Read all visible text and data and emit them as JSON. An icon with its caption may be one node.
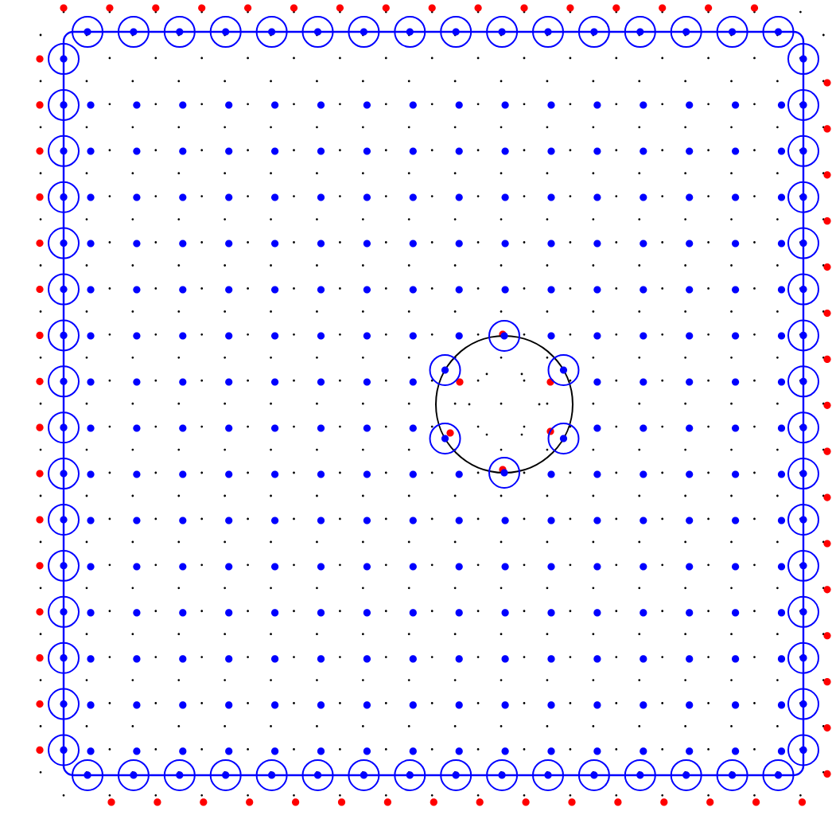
{
  "diagram": {
    "nodes": [
      {
        "text": [],
        "shape": "circle"
      },
      {
        "text": [],
        "shape": "circle"
      },
      {
        "text": [],
        "shape": "circle"
      },
      {
        "text": [],
        "shape": "circle"
      },
      {
        "text": [],
        "shape": "circle"
      },
      {
        "text": [],
        "shape": "circle"
      },
      {
        "text": [],
        "shape": "circle"
      },
      {
        "text": [],
        "shape": "circle"
      },
      {
        "text": [],
        "shape": "circle"
      },
      {
        "text": [],
        "shape": "circle"
      },
      {
        "text": [],
        "shape": "circle"
      },
      {
        "text": [],
        "shape": "circle"
      },
      {
        "text": [],
        "shape": "circle"
      },
      {
        "text": [],
        "shape": "circle"
      },
      {
        "text": [],
        "shape": "circle"
      },
      {
        "text": [],
        "shape": "circle"
      },
      {
        "text": [],
        "shape": "circle"
      },
      {
        "text": [],
        "shape": "circle"
      },
      {
        "text": [],
        "shape": "circle"
      },
      {
        "text": [],
        "shape": "circle"
      },
      {
        "text": [],
        "shape": "circle"
      },
      {
        "text": [],
        "shape": "circle"
      },
      {
        "text": [],
        "shape": "circle"
      },
      {
        "text": [],
        "shape": "circle"
      },
      {
        "text": [],
        "shape": "circle"
      },
      {
        "text": [],
        "shape": "circle"
      },
      {
        "text": [],
        "shape": "circle"
      },
      {
        "text": [],
        "shape": "circle"
      },
      {
        "text": [],
        "shape": "circle"
      },
      {
        "text": [],
        "shape": "circle"
      },
      {
        "text": [],
        "shape": "circle"
      },
      {
        "text": [],
        "shape": "circle"
      },
      {
        "text": [],
        "shape": "circle"
      },
      {
        "text": [],
        "shape": "circle"
      },
      {
        "text": [],
        "shape": "circle"
      },
      {
        "text": [],
        "shape": "circle"
      },
      {
        "text": [],
        "shape": "circle"
      },
      {
        "text": [],
        "shape": "circle"
      },
      {
        "text": [],
        "shape": "circle"
      },
      {
        "text": [],
        "shape": "circle"
      },
      {
        "text": [],
        "shape": "circle"
      },
      {
        "text": [],
        "shape": "circle"
      },
      {
        "text": [],
        "shape": "circle"
      },
      {
        "text": [],
        "shape": "circle"
      },
      {
        "text": [],
        "shape": "circle"
      },
      {
        "text": [],
        "shape": "circle"
      },
      {
        "text": [],
        "shape": "circle"
      },
      {
        "text": [],
        "shape": "circle"
      },
      {
        "text": [],
        "shape": "circle"
      },
      {
        "text": [],
        "shape": "circle"
      },
      {
        "text": [],
        "shape": "circle"
      },
      {
        "text": [],
        "shape": "circle"
      },
      {
        "text": [],
        "shape": "circle"
      },
      {
        "text": [],
        "shape": "circle"
      },
      {
        "text": [],
        "shape": "circle"
      },
      {
        "text": [],
        "shape": "circle"
      },
      {
        "text": [],
        "shape": "circle"
      },
      {
        "text": [],
        "shape": "circle"
      },
      {
        "text": [],
        "shape": "circle"
      },
      {
        "text": [],
        "shape": "circle"
      },
      {
        "text": [],
        "shape": "circle"
      },
      {
        "text": [],
        "shape": "circle"
      },
      {
        "text": [],
        "shape": "circle"
      },
      {
        "text": [],
        "shape": "circle"
      },
      {
        "text": [],
        "shape": "circle"
      },
      {
        "text": [],
        "shape": "circle"
      },
      {
        "text": [],
        "shape": "circle"
      },
      {
        "text": [],
        "shape": "circle"
      },
      {
        "text": [],
        "shape": "circle"
      },
      {
        "text": [],
        "shape": "circle"
      },
      {
        "text": [],
        "shape": "circle"
      }
    ]
  }
}
